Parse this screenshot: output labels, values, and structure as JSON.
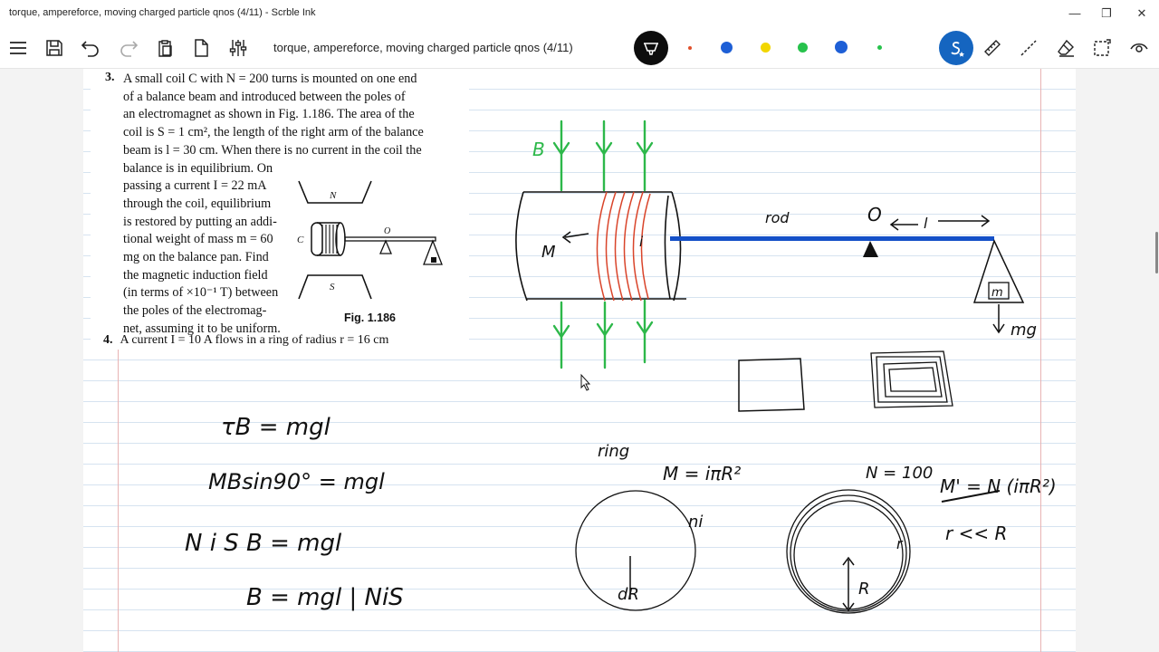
{
  "window": {
    "title": "torque, ampereforce, moving charged particle qnos (4/11) - Scrble Ink",
    "minimize": "—",
    "restore": "❐",
    "close": "✕"
  },
  "toolbar": {
    "document_name": "torque, ampereforce, moving charged particle qnos (4/11)",
    "icons": [
      "menu-icon",
      "save-icon",
      "undo-icon",
      "redo-icon",
      "paste-icon",
      "new-page-icon",
      "settings-icon"
    ],
    "pen_colors": [
      "#e0502b",
      "#1e5fd6",
      "#f2d600",
      "#27c24c",
      "#1e5fd6",
      "#27c24c"
    ],
    "right_icons": [
      "smart-ink-icon",
      "ruler-icon",
      "pen-line-icon",
      "eraser-icon",
      "lasso-select-icon",
      "view-icon"
    ]
  },
  "excerpt": {
    "number": "3.",
    "lines_wide": [
      "A small coil C with N = 200 turns is mounted on one end",
      "of a balance beam and introduced between the poles of",
      "an electromagnet as shown in Fig. 1.186. The area of the",
      "coil is S = 1 cm², the length of the right arm of the balance",
      "beam is l = 30 cm. When there is no current in the coil the"
    ],
    "lines_narrow": [
      "balance is in equilibrium. On",
      "passing a current I = 22 mA",
      "through the coil, equilibrium",
      "is restored by putting an addi-",
      "tional weight of mass m = 60",
      "mg on the balance pan. Find",
      "the magnetic induction field",
      "(in terms of ×10⁻¹ T) between",
      "the poles of the electromag-",
      "net, assuming it to be uniform."
    ],
    "fig_label": "Fig. 1.186",
    "fig_letters": {
      "n": "N",
      "s": "S",
      "c": "C",
      "o": "O"
    },
    "next_number": "4.",
    "next_text": "A current I = 10 A flows in a ring of radius r = 16 cm"
  },
  "handwriting": {
    "b_label": "B",
    "m_label": "M",
    "i_label": "i",
    "rod_label": "rod",
    "o_label": "O",
    "l_label": "l",
    "mg_label": "mg",
    "pan_label": "m",
    "eq1": "τB = mgl",
    "eq2": "MBsin90° = mgl",
    "eq3": "N i S B = mgl",
    "eq4": "B = mgl | NiS",
    "ring_label": "ring",
    "m_ring": "M = iπR²",
    "n100": "N = 100",
    "m_prime": "M' = N (iπR²)",
    "r_less": "r << R",
    "dr": "dR",
    "ni": "ni",
    "r_small": "r",
    "R_big": "R"
  }
}
